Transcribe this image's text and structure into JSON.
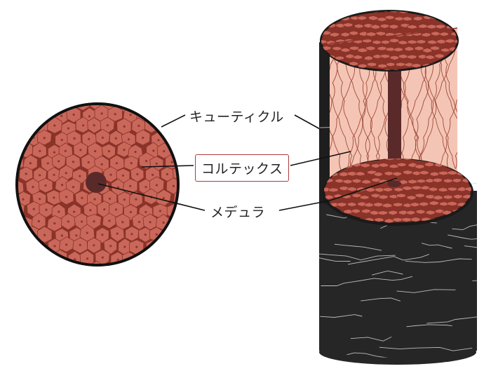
{
  "labels": {
    "cuticle": "キューティクル",
    "cortex": "コルテックス",
    "medulla": "メデュラ"
  },
  "colors": {
    "cortex_cell": "#c9675a",
    "cortex_edge": "#8a3328",
    "cortex_nucleus": "#8a3a30",
    "cortex_interior": "#f4c5b5",
    "cortex_fiber": "#a04a3a",
    "medulla": "#5a2a2a",
    "cuticle": "#222222",
    "cuticle_crack": "#d8d8d8",
    "cortex_label_border": "#b03a3a"
  }
}
